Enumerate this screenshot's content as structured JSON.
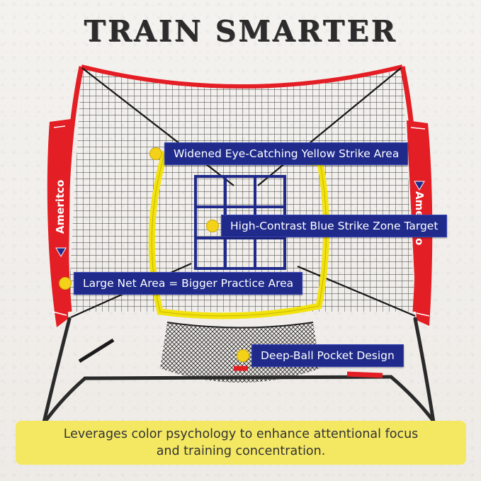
{
  "headline": "TRAIN SMARTER",
  "brand": {
    "name": "Ameritco",
    "icon": "brand-triangle-icon"
  },
  "callouts": [
    {
      "label": "Widened Eye-Catching Yellow Strike Area"
    },
    {
      "label": "High-Contrast Blue Strike Zone Target"
    },
    {
      "label": "Large Net Area = Bigger Practice Area"
    },
    {
      "label": "Deep-Ball Pocket Design"
    }
  ],
  "footer": {
    "text": "Leverages color psychology to enhance attentional focus and training concentration."
  },
  "colors": {
    "frame_red": "#e31e24",
    "strike_yellow": "#f2e20f",
    "target_blue": "#1f2a8a",
    "callout_bg": "#1f2a8a",
    "dot_yellow": "#f5d21a",
    "footer_bg": "#f4e863"
  }
}
